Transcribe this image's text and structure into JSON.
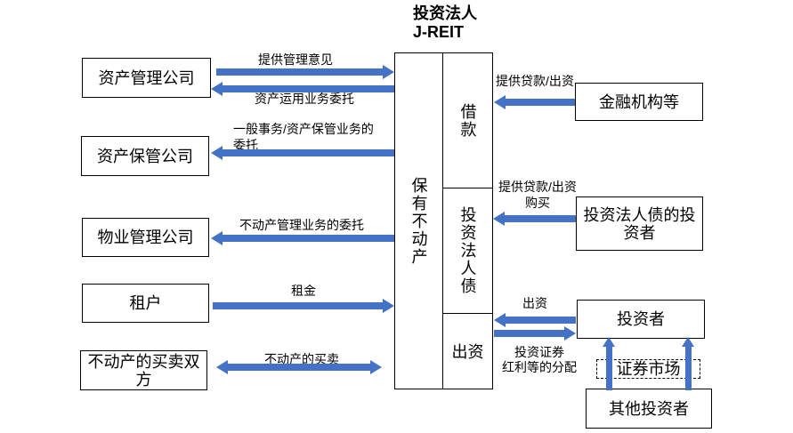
{
  "title": {
    "line1": "投资法人",
    "line2": "J-REIT"
  },
  "central_box": {
    "holding_label": "保有不动产",
    "debt_section": "借款",
    "bond_section": "投资法人债",
    "equity_section": "出资"
  },
  "left_boxes": [
    {
      "label": "资产管理公司"
    },
    {
      "label": "资产保管公司"
    },
    {
      "label": "物业管理公司"
    },
    {
      "label": "租户"
    },
    {
      "label": "不动产的买卖双方"
    }
  ],
  "right_boxes": [
    {
      "label": "金融机构等"
    },
    {
      "label": "投资法人债的投资者"
    },
    {
      "label": "投资者"
    },
    {
      "label": "证券市场"
    },
    {
      "label": "其他投资者"
    }
  ],
  "flow_labels": {
    "management_advice": "提供管理意见",
    "asset_operation_entrust": "资产运用业务委托",
    "general_custody_line1": "一般事务/资产保管业务的",
    "general_custody_line2": "委托",
    "property_mgmt_entrust": "不动产管理业务的委托",
    "rent": "租金",
    "real_estate_trade": "不动产的买卖",
    "provide_loan_capital": "提供贷款/出资",
    "provide_loan_capital_purchase_line1": "提供贷款/出资",
    "provide_loan_capital_purchase_line2": "购买",
    "capital_contribution": "出资",
    "dividend_line1": "投资证券",
    "dividend_line2": "红利等的分配"
  },
  "colors": {
    "arrow": "#4472C4",
    "line": "#000000",
    "background": "#FFFFFF"
  }
}
